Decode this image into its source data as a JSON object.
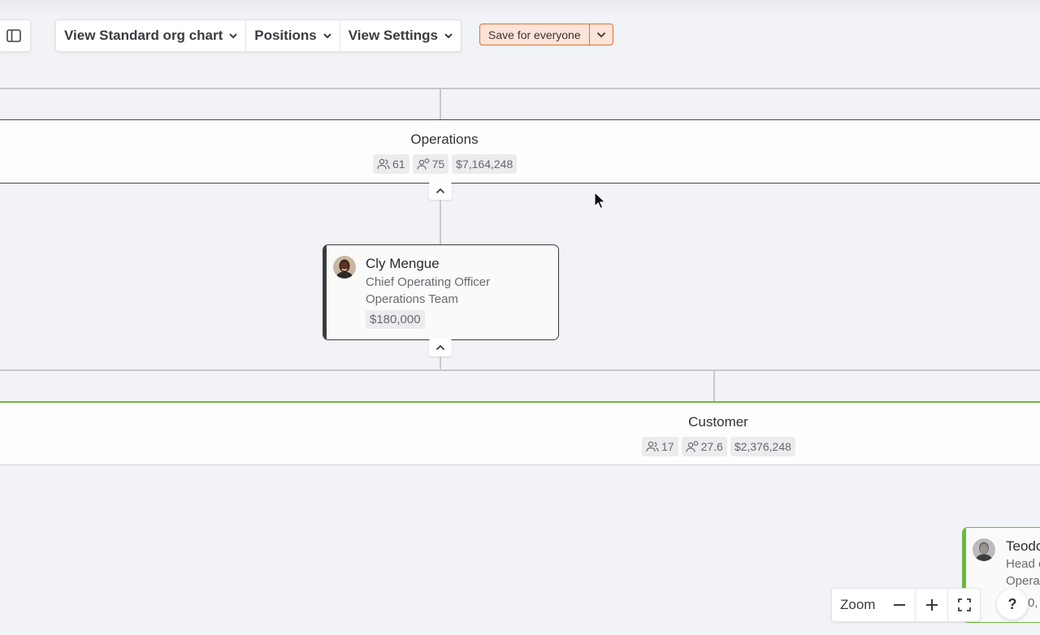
{
  "toolbar": {
    "view_chart_label": "View Standard org chart",
    "positions_label": "Positions",
    "view_settings_label": "View Settings",
    "save_label": "Save for everyone"
  },
  "departments": [
    {
      "name": "Operations",
      "headcount": "61",
      "positions": "75",
      "budget": "$7,164,248",
      "accent": "#3a3b3f"
    },
    {
      "name": "Customer",
      "headcount": "17",
      "positions": "27.6",
      "budget": "$2,376,248",
      "accent": "#6cba3c"
    }
  ],
  "people": [
    {
      "name": "Cly Mengue",
      "title": "Chief Operating Officer",
      "team": "Operations Team",
      "salary": "$180,000"
    },
    {
      "name": "Teodo",
      "title": "Head o",
      "team": "Opera",
      "salary": "0,"
    }
  ],
  "zoom": {
    "label": "Zoom",
    "minus": "−",
    "plus": "+"
  },
  "help_label": "?",
  "colors": {
    "save_border": "#e86c36",
    "save_bg": "#fbe4da",
    "customer_accent": "#6cba3c"
  }
}
